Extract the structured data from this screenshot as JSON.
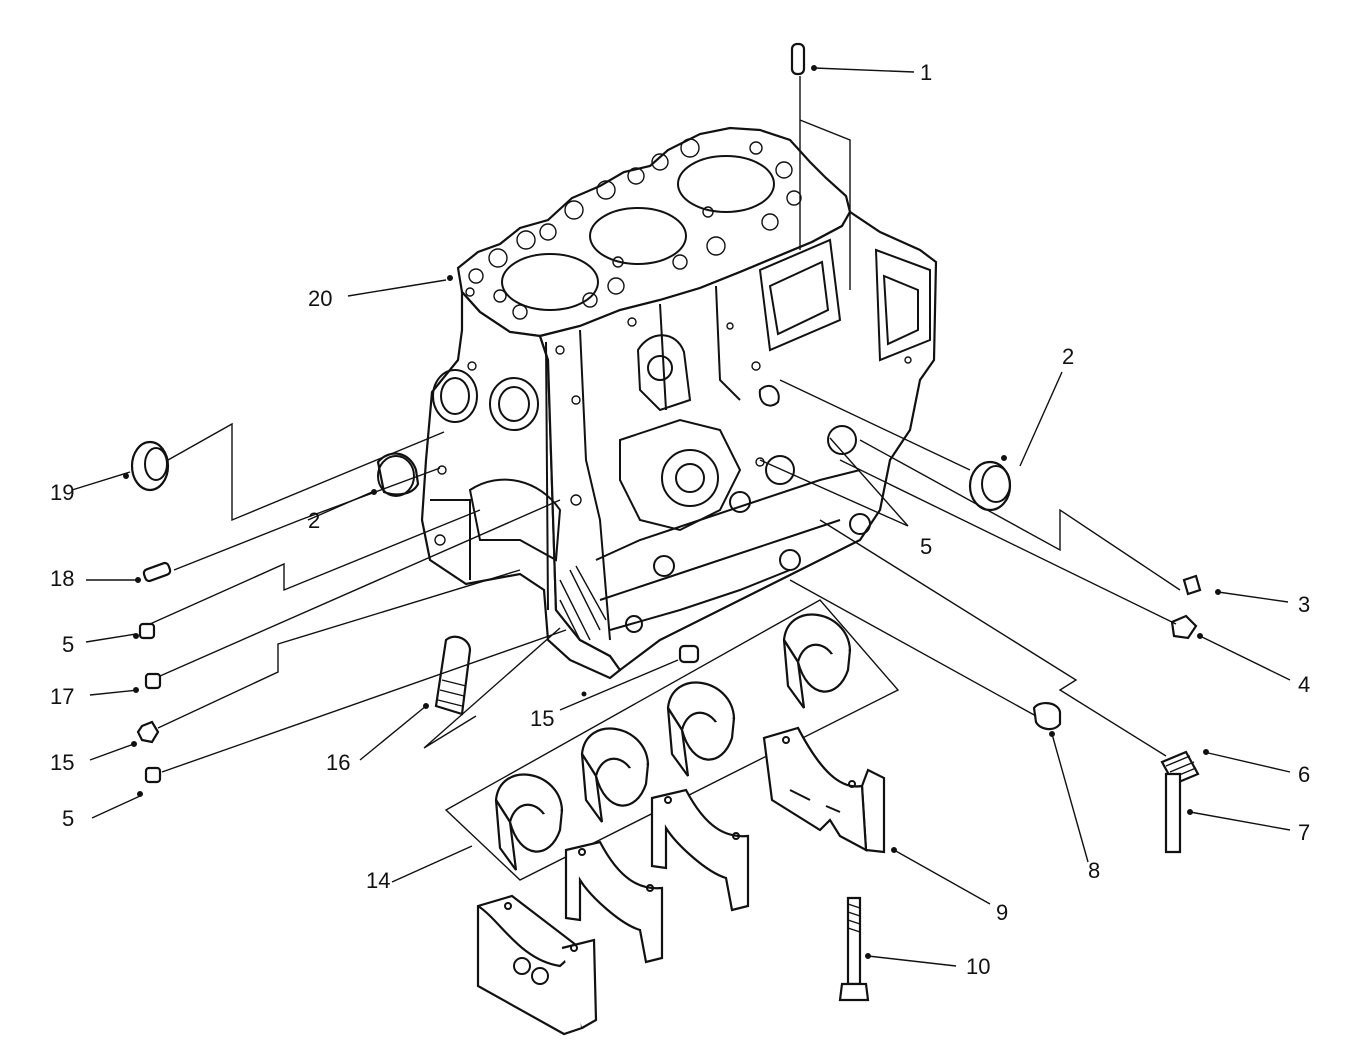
{
  "diagram": {
    "callouts": [
      {
        "id": "c1",
        "text": "1"
      },
      {
        "id": "c2a",
        "text": "2"
      },
      {
        "id": "c2b",
        "text": "2"
      },
      {
        "id": "c3",
        "text": "3"
      },
      {
        "id": "c4",
        "text": "4"
      },
      {
        "id": "c5a",
        "text": "5"
      },
      {
        "id": "c5b",
        "text": "5"
      },
      {
        "id": "c5c",
        "text": "5"
      },
      {
        "id": "c6",
        "text": "6"
      },
      {
        "id": "c7",
        "text": "7"
      },
      {
        "id": "c8",
        "text": "8"
      },
      {
        "id": "c9",
        "text": "9"
      },
      {
        "id": "c10",
        "text": "10"
      },
      {
        "id": "c14",
        "text": "14"
      },
      {
        "id": "c15a",
        "text": "15"
      },
      {
        "id": "c15b",
        "text": "15"
      },
      {
        "id": "c16",
        "text": "16"
      },
      {
        "id": "c17",
        "text": "17"
      },
      {
        "id": "c18",
        "text": "18"
      },
      {
        "id": "c19",
        "text": "19"
      },
      {
        "id": "c20",
        "text": "20"
      }
    ]
  }
}
